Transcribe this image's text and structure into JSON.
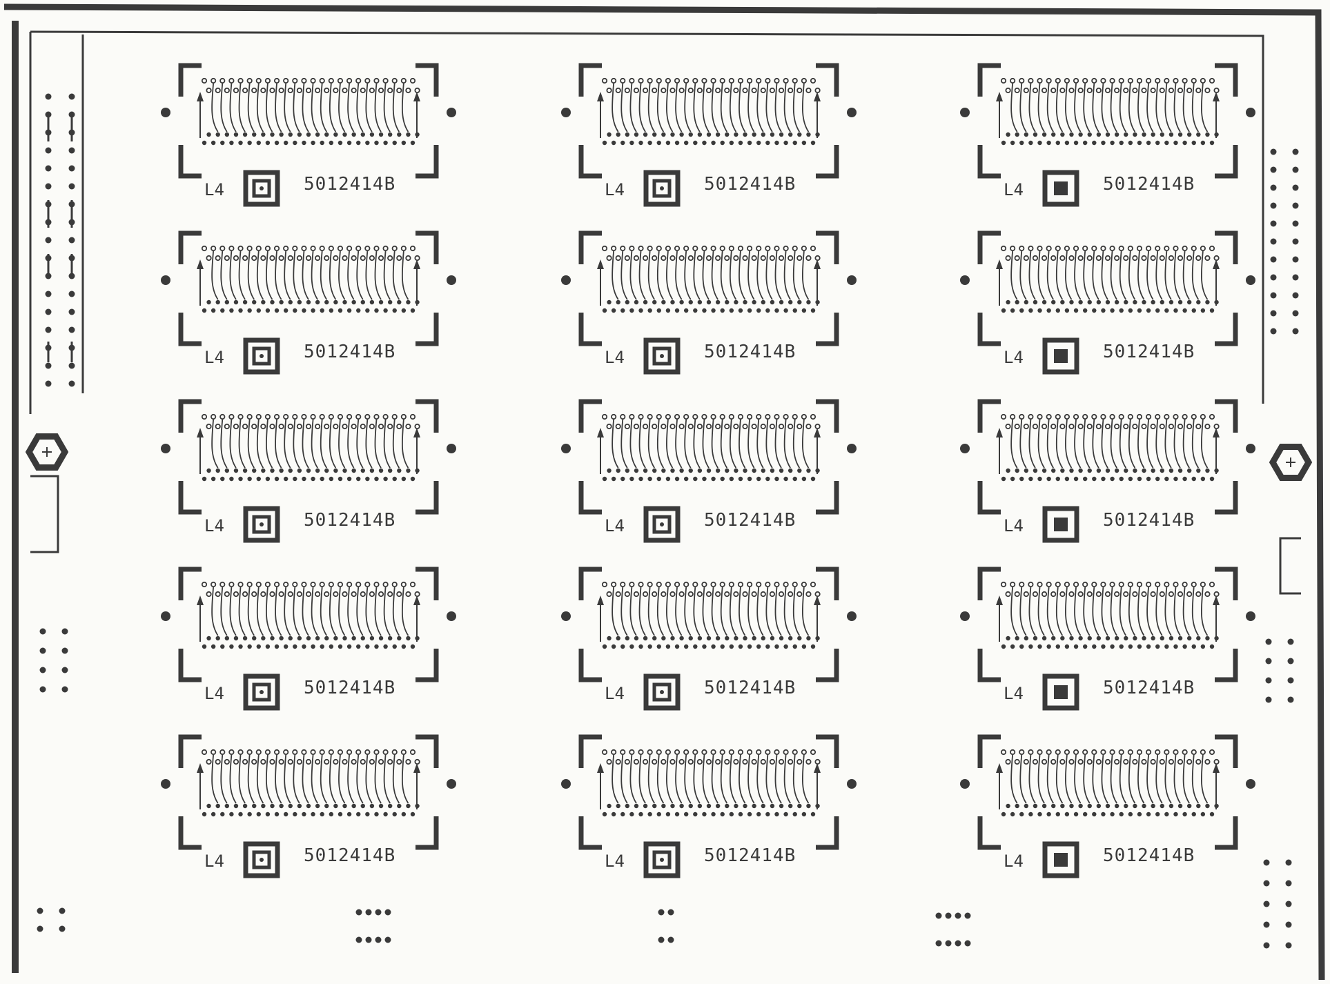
{
  "board": {
    "ink_color": "#3a3a3a",
    "paper_color": "#fbfbf8",
    "rows": 5,
    "columns": 3,
    "modules": [
      {
        "layer_label": "L4",
        "part_number": "5012414B",
        "pad_style": "ring"
      },
      {
        "layer_label": "L4",
        "part_number": "5012414B",
        "pad_style": "ring"
      },
      {
        "layer_label": "L4",
        "part_number": "5012414B",
        "pad_style": "solid"
      },
      {
        "layer_label": "L4",
        "part_number": "5012414B",
        "pad_style": "ring"
      },
      {
        "layer_label": "L4",
        "part_number": "5012414B",
        "pad_style": "ring"
      },
      {
        "layer_label": "L4",
        "part_number": "5012414B",
        "pad_style": "solid"
      },
      {
        "layer_label": "L4",
        "part_number": "5012414B",
        "pad_style": "ring"
      },
      {
        "layer_label": "L4",
        "part_number": "5012414B",
        "pad_style": "ring"
      },
      {
        "layer_label": "L4",
        "part_number": "5012414B",
        "pad_style": "solid"
      },
      {
        "layer_label": "L4",
        "part_number": "5012414B",
        "pad_style": "ring"
      },
      {
        "layer_label": "L4",
        "part_number": "5012414B",
        "pad_style": "ring"
      },
      {
        "layer_label": "L4",
        "part_number": "5012414B",
        "pad_style": "solid"
      },
      {
        "layer_label": "L4",
        "part_number": "5012414B",
        "pad_style": "ring"
      },
      {
        "layer_label": "L4",
        "part_number": "5012414B",
        "pad_style": "ring"
      },
      {
        "layer_label": "L4",
        "part_number": "5012414B",
        "pad_style": "solid"
      }
    ],
    "mounting_hole_icons": [
      "hex-mount-hole-icon",
      "hex-mount-hole-icon"
    ]
  }
}
